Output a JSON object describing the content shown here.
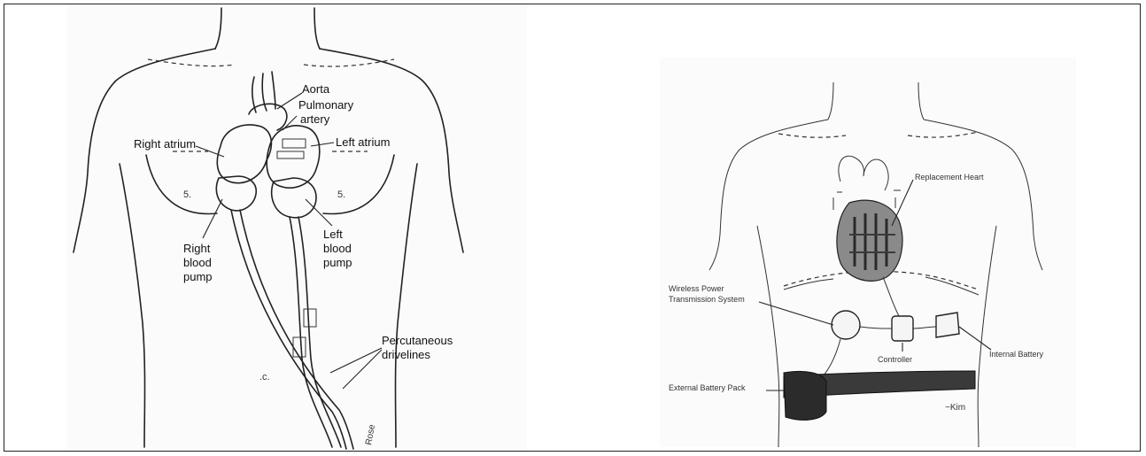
{
  "left_figure": {
    "labels": {
      "aorta": "Aorta",
      "pulmonary_line1": "Pulmonary",
      "pulmonary_line2": "artery",
      "left_atrium": "Left atrium",
      "right_atrium": "Right atrium",
      "right_pump_1": "Right",
      "right_pump_2": "blood",
      "right_pump_3": "pump",
      "left_pump_1": "Left",
      "left_pump_2": "blood",
      "left_pump_3": "pump",
      "percutaneous_1": "Percutaneous",
      "percutaneous_2": "drivelines"
    }
  },
  "right_figure": {
    "labels": {
      "replacement_heart": "Replacement Heart",
      "wireless_1": "Wireless Power",
      "wireless_2": "Transmission System",
      "controller": "Controller",
      "internal_battery": "Internal Battery",
      "external_battery": "External Battery Pack"
    }
  }
}
